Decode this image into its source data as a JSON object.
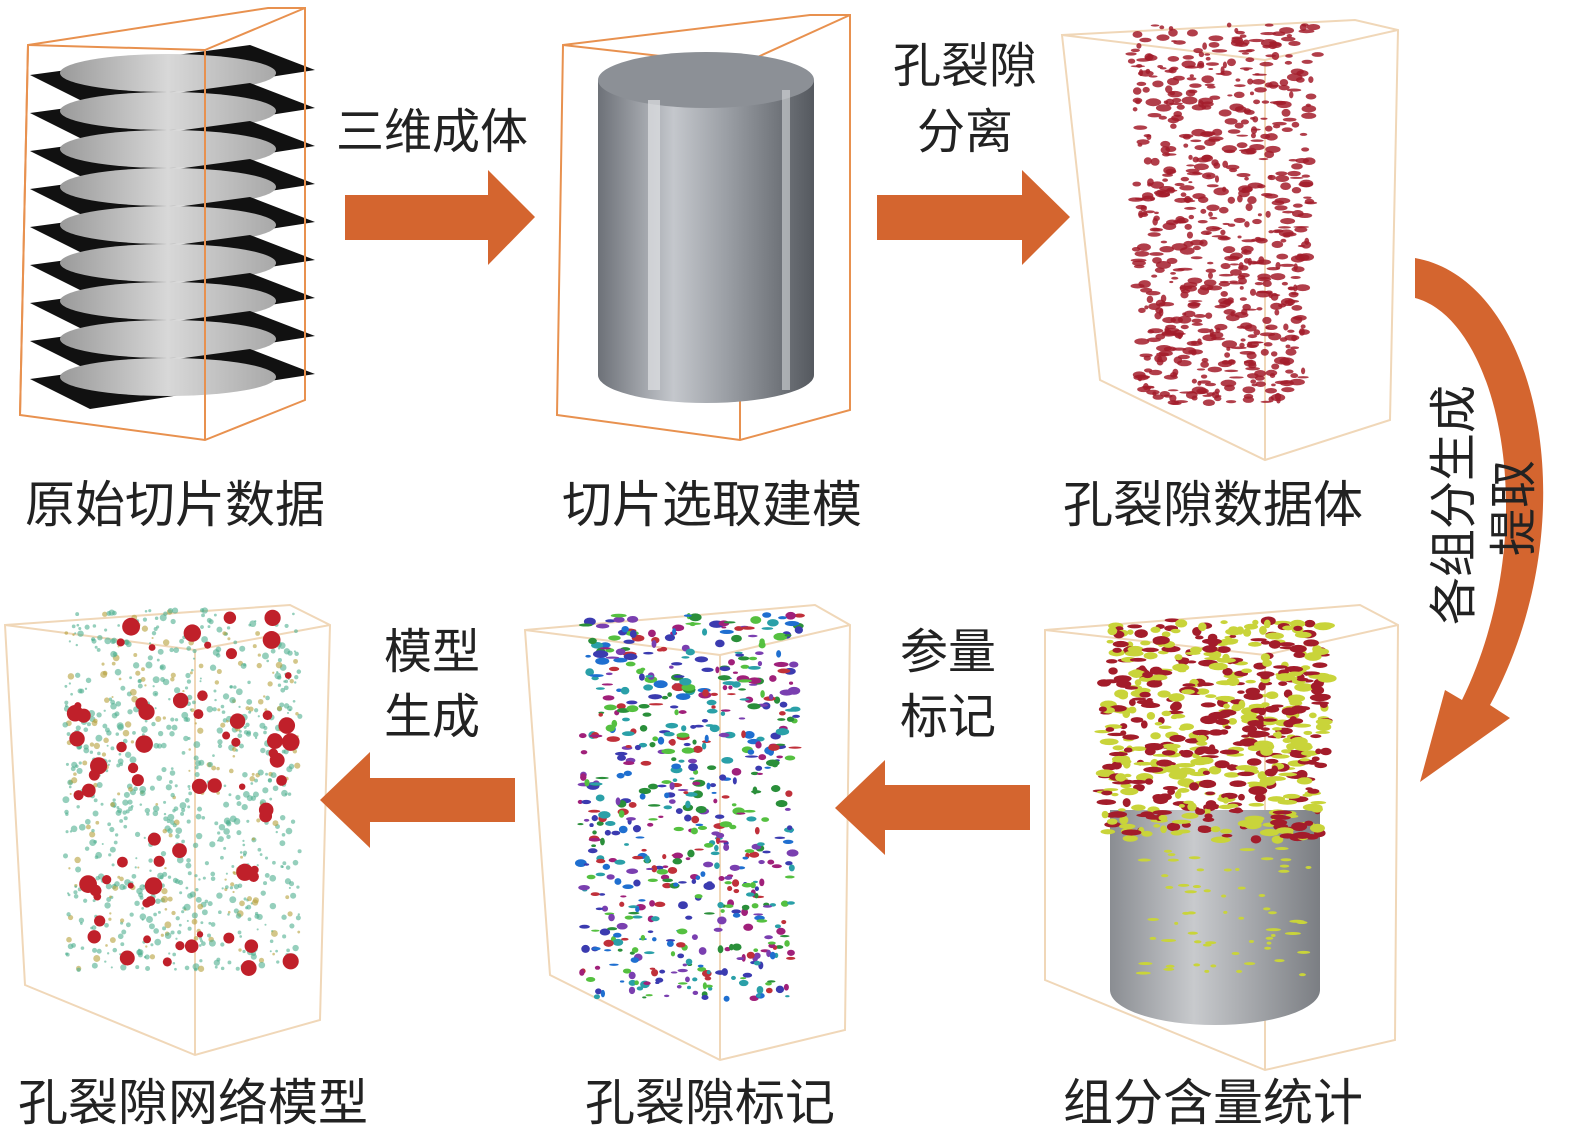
{
  "panels": {
    "raw_slices": "原始切片数据",
    "slice_model": "切片选取建模",
    "pore_volume": "孔裂隙数据体",
    "pore_network": "孔裂隙网络模型",
    "pore_labels": "孔裂隙标记",
    "component_stats": "组分含量统计"
  },
  "steps": {
    "reconstruct": "三维成体",
    "separate_line1": "孔裂隙",
    "separate_line2": "分离",
    "extract_line1": "各组分生成",
    "extract_line2": "提取",
    "label_line1": "参量",
    "label_line2": "标记",
    "model_line1": "模型",
    "model_line2": "生成"
  },
  "colors": {
    "arrow": "#D4652F",
    "box": "#E8914F",
    "pore": "#A31C2A",
    "mineral": "#C9D43A",
    "network": "#4FAF8F"
  }
}
